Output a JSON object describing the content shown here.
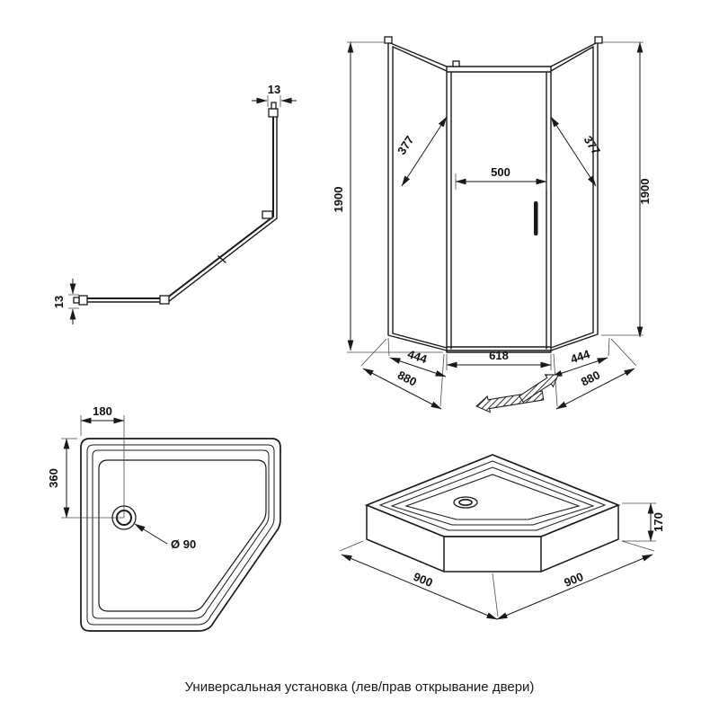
{
  "caption": "Универсальная установка (лев/прав открывание двери)",
  "accent_color": "#1a1a1a",
  "profile_view": {
    "top_width": "13",
    "left_width": "13"
  },
  "front_view": {
    "height_left": "1900",
    "height_right": "1900",
    "top_left_width": "377",
    "door_width_top": "500",
    "top_right_width": "377",
    "door_opening": "618",
    "bottom_left_edge": "444",
    "bottom_left_total": "880",
    "bottom_right_edge": "444",
    "bottom_right_total": "880"
  },
  "tray_top_view": {
    "drain_offset_x": "180",
    "drain_offset_y": "360",
    "drain_diameter": "Ø 90"
  },
  "tray_iso_view": {
    "side_left": "900",
    "side_right": "900",
    "height": "170"
  }
}
